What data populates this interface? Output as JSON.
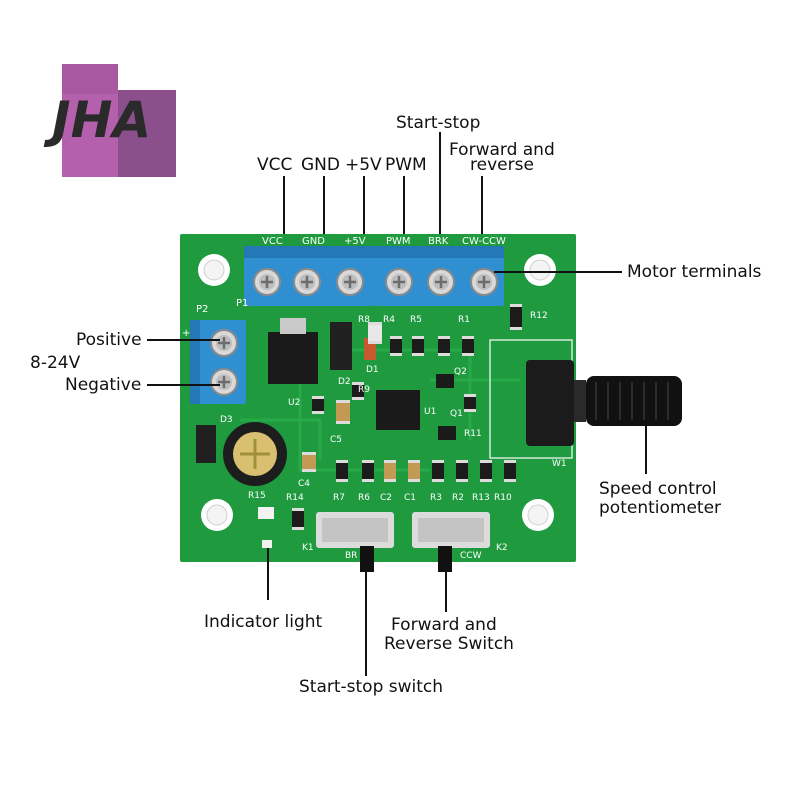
{
  "logo": {
    "text": "JHA",
    "colors": [
      "#b05aa8",
      "#8a4a8a"
    ]
  },
  "colors": {
    "pcb": "#1f9a3f",
    "terminal": "#2f8fd0",
    "pot_knob": "#111111"
  },
  "labels": {
    "vcc": "VCC",
    "gnd": "GND",
    "plus5v": "+5V",
    "pwm": "PWM",
    "start_stop": "Start-stop",
    "forward_reverse_line1": "Forward and",
    "forward_reverse_line2": "reverse",
    "motor_terminals": "Motor terminals",
    "positive": "Positive",
    "voltage": "8-24V",
    "negative": "Negative",
    "speed_control_line1": "Speed control",
    "speed_control_line2": "potentiometer",
    "indicator_light": "Indicator light",
    "fr_switch_line1": "Forward and",
    "fr_switch_line2": "Reverse Switch",
    "start_stop_switch": "Start-stop switch"
  },
  "silkscreen": {
    "pins": [
      "VCC",
      "GND",
      "+5V",
      "PWM",
      "BRK",
      "CW-CCW"
    ],
    "p2": "P2",
    "p1": "P1",
    "components": [
      "R8",
      "R4",
      "R5",
      "R1",
      "R12",
      "D1",
      "D2",
      "R9",
      "Q2",
      "U1",
      "Q1",
      "R11",
      "U2",
      "C5",
      "D3",
      "C4",
      "R7",
      "R6",
      "C2",
      "C1",
      "R3",
      "R2",
      "R13",
      "R10",
      "R15",
      "R14",
      "W1",
      "K1",
      "K2",
      "BR",
      "CCW"
    ]
  }
}
